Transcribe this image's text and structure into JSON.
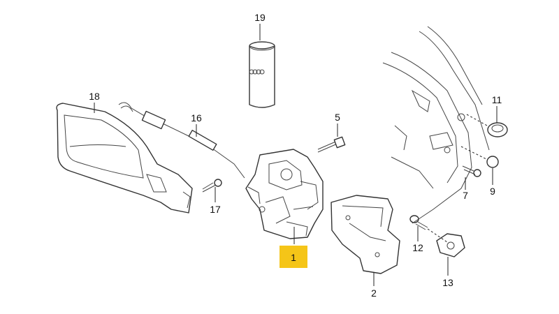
{
  "diagram": {
    "callouts": [
      {
        "id": "p1",
        "text": "1",
        "highlighted": true
      },
      {
        "id": "p2",
        "text": "2"
      },
      {
        "id": "p5",
        "text": "5"
      },
      {
        "id": "p7",
        "text": "7"
      },
      {
        "id": "p9",
        "text": "9"
      },
      {
        "id": "p11",
        "text": "11"
      },
      {
        "id": "p12",
        "text": "12"
      },
      {
        "id": "p13",
        "text": "13"
      },
      {
        "id": "p16",
        "text": "16"
      },
      {
        "id": "p17",
        "text": "17"
      },
      {
        "id": "p18",
        "text": "18"
      },
      {
        "id": "p19",
        "text": "19"
      }
    ],
    "colors": {
      "highlight": "#f5c518",
      "line": "#333333",
      "background": "#ffffff"
    },
    "icons": {
      "can_logo": "four-rings-logo"
    }
  }
}
